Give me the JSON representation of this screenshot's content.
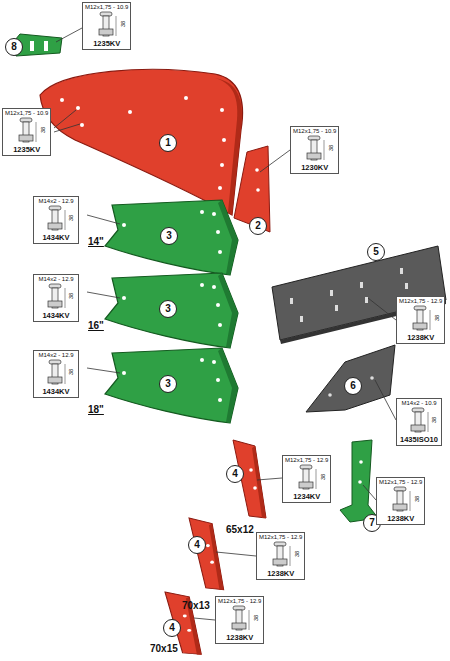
{
  "diagram": {
    "nodes": [
      {
        "text": [
          "M12x1,75 - 10.9",
          "38",
          "1235KV"
        ]
      },
      {
        "text": [
          "8"
        ]
      },
      {
        "text": [
          "M12x1,75 - 10.9",
          "38",
          "1235KV"
        ]
      },
      {
        "text": [
          "1"
        ]
      },
      {
        "text": [
          "M12x1,75 - 10.9",
          "38",
          "1230KV"
        ]
      },
      {
        "text": [
          "2"
        ]
      },
      {
        "text": [
          "M14x2 - 12.9",
          "38",
          "1434KV"
        ]
      },
      {
        "text": [
          "3"
        ]
      },
      {
        "text": [
          "5"
        ]
      },
      {
        "text": [
          "M14x2 - 12.9",
          "38",
          "1434KV"
        ]
      },
      {
        "text": [
          "3"
        ]
      },
      {
        "text": [
          "M12x1,75 - 12.9",
          "38",
          "1238KV"
        ]
      },
      {
        "text": [
          "M14x2 - 12.9",
          "38",
          "1434KV"
        ]
      },
      {
        "text": [
          "3"
        ]
      },
      {
        "text": [
          "6"
        ]
      },
      {
        "text": [
          "M14x2 - 10.9",
          "38",
          "1435ISO10"
        ]
      },
      {
        "text": [
          "4"
        ]
      },
      {
        "text": [
          "M12x1,75 - 12.9",
          "38",
          "1234KV"
        ]
      },
      {
        "text": [
          "7"
        ]
      },
      {
        "text": [
          "M12x1,75 - 12.9",
          "38",
          "1238KV"
        ]
      },
      {
        "text": [
          "4"
        ]
      },
      {
        "text": [
          "M12x1,75 - 12.9",
          "38",
          "1238KV"
        ]
      },
      {
        "text": [
          "4"
        ]
      },
      {
        "text": [
          "M12x1,75 - 12.9",
          "38",
          "1238KV"
        ]
      }
    ],
    "labels": [
      "14\"",
      "16\"",
      "18\"",
      "65x12",
      "70x13",
      "70x15"
    ]
  }
}
